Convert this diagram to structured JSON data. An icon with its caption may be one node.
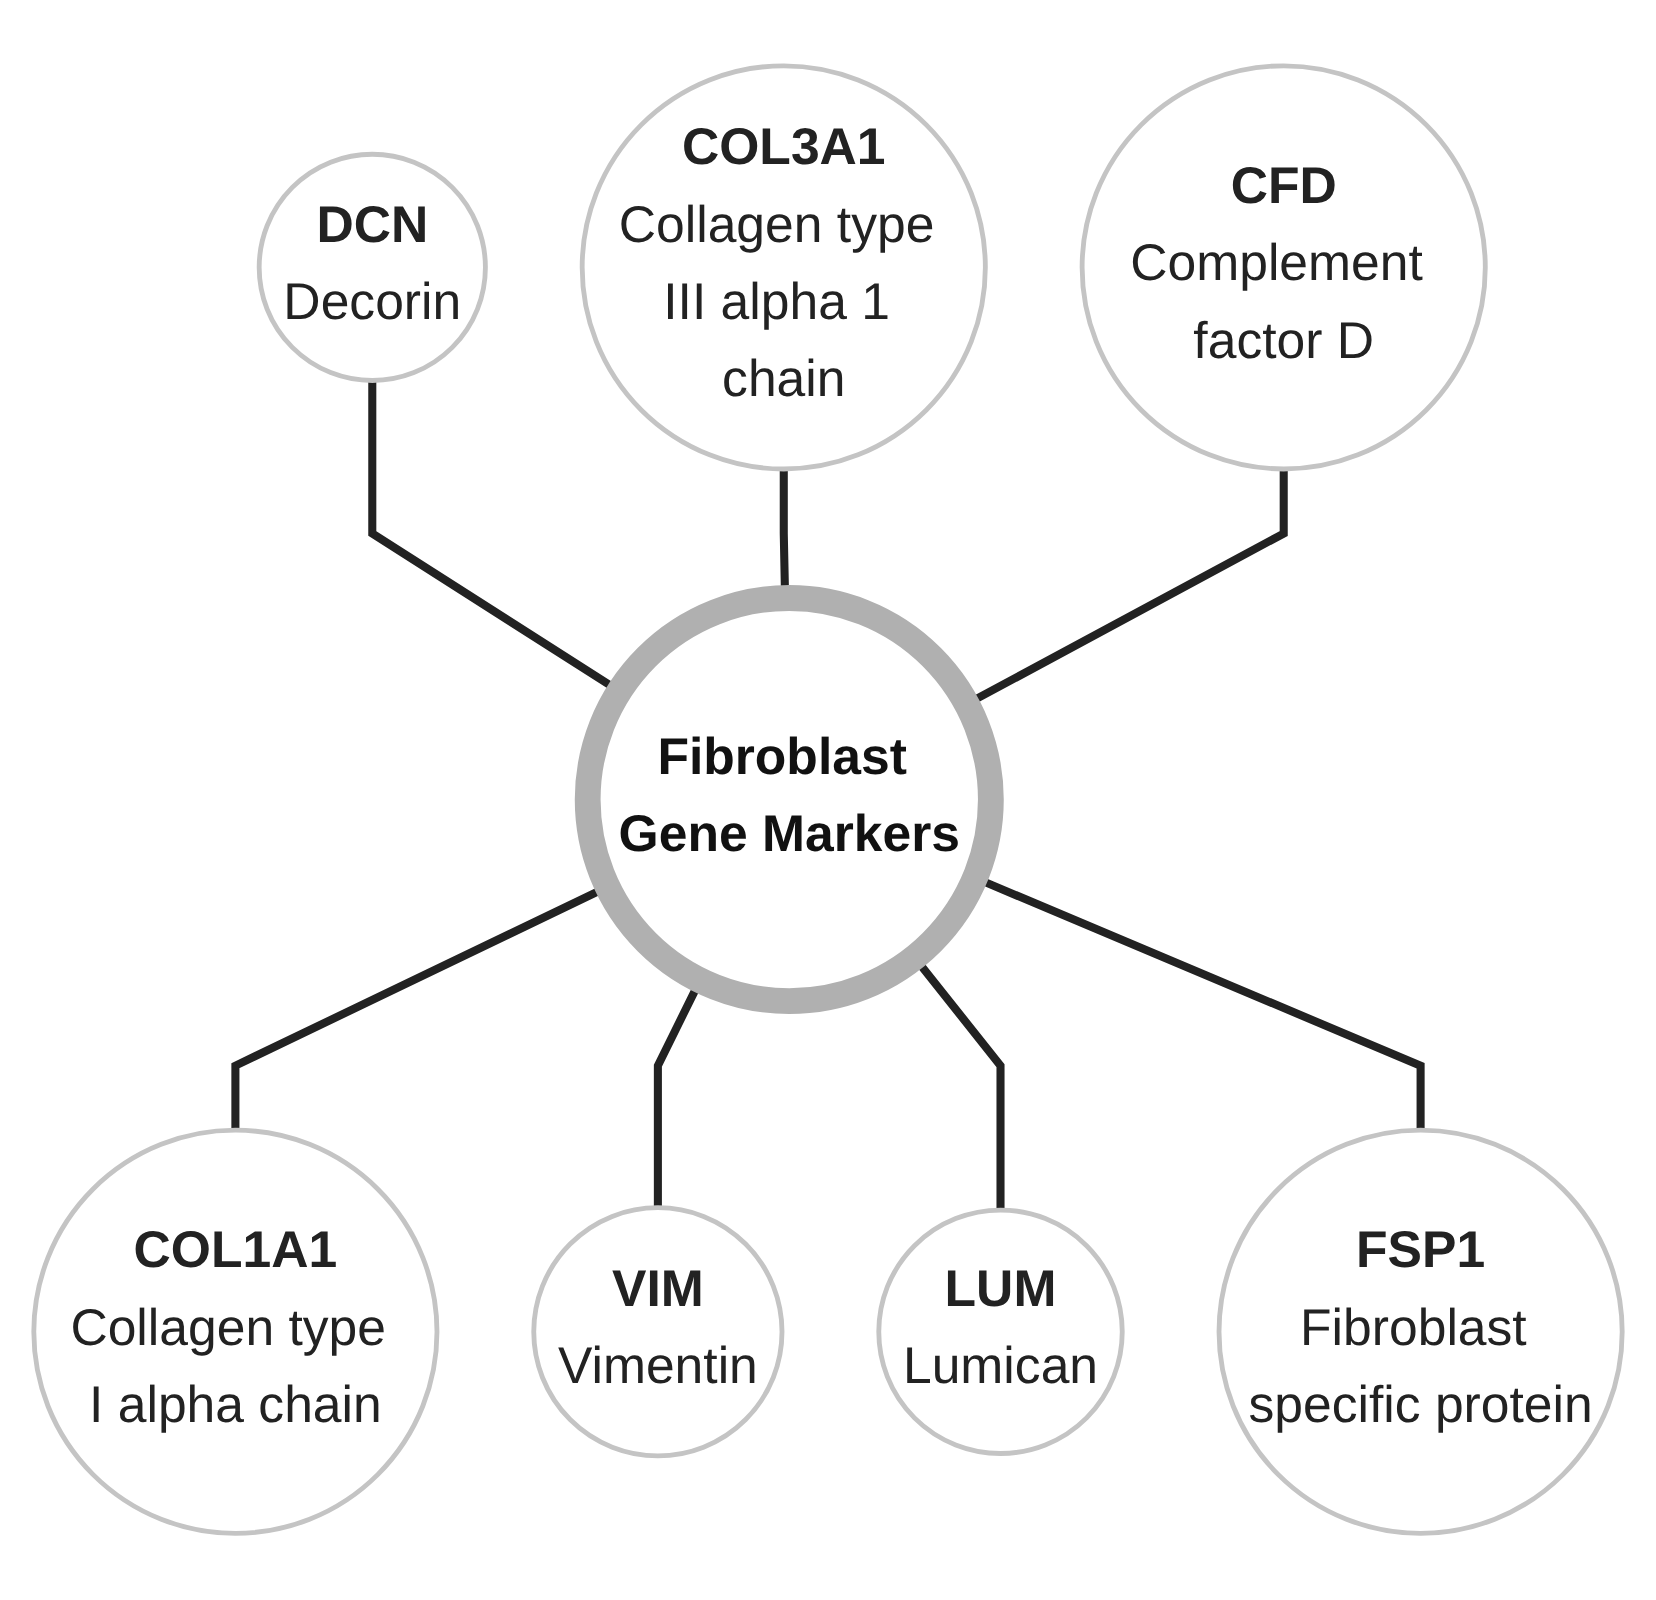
{
  "diagram": {
    "nodes": [
      {
        "text": [
          "DCN",
          "Decorin"
        ]
      },
      {
        "text": [
          "COL3A1",
          "Collagen type III alpha 1 chain"
        ]
      },
      {
        "text": [
          "CFD",
          "Complement factor D"
        ]
      },
      {
        "text": [
          "Fibroblast Gene Markers"
        ]
      },
      {
        "text": [
          "COL1A1",
          "Collagen type I alpha chain"
        ]
      },
      {
        "text": [
          "VIM",
          "Vimentin"
        ]
      },
      {
        "text": [
          "LUM",
          "Lumican"
        ]
      },
      {
        "text": [
          "FSP1",
          "Fibroblast specific protein"
        ]
      }
    ],
    "edges": [
      {
        "from": 0,
        "to": 3,
        "arrow": "none"
      },
      {
        "from": 1,
        "to": 3,
        "arrow": "none"
      },
      {
        "from": 2,
        "to": 3,
        "arrow": "none"
      },
      {
        "from": 3,
        "to": 4,
        "arrow": "none"
      },
      {
        "from": 3,
        "to": 5,
        "arrow": "none"
      },
      {
        "from": 3,
        "to": 6,
        "arrow": "none"
      },
      {
        "from": 3,
        "to": 7,
        "arrow": "none"
      }
    ]
  }
}
